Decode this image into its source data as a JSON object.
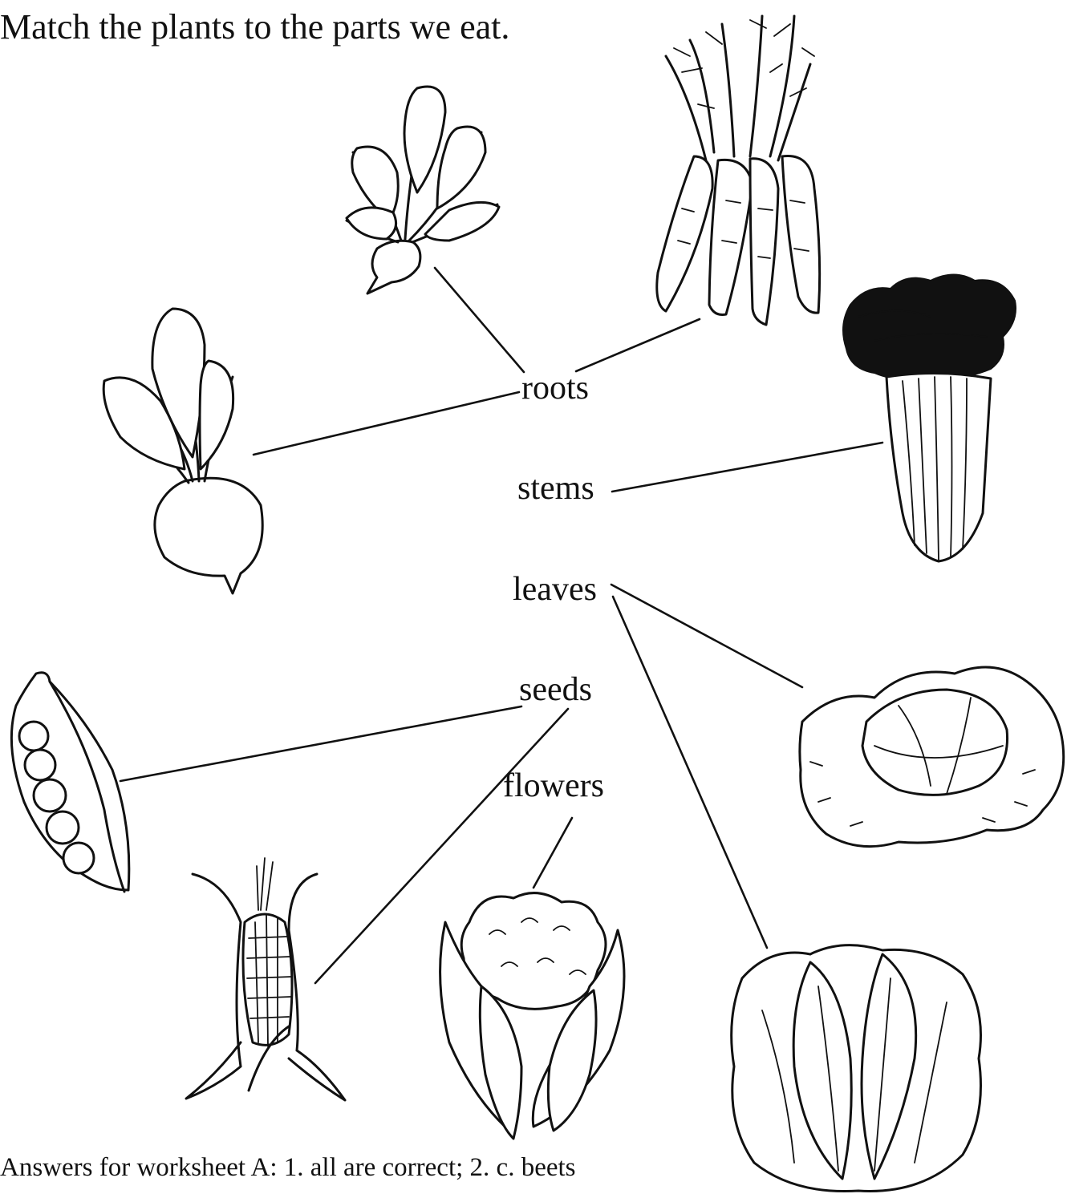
{
  "title": "Match the plants to the parts we eat.",
  "labels": {
    "roots": "roots",
    "stems": "stems",
    "leaves": "leaves",
    "seeds": "seeds",
    "flowers": "flowers"
  },
  "footer": "Answers for worksheet A: 1. all are correct; 2. c. beets",
  "plants": [
    "radish-icon",
    "carrots-icon",
    "beet-icon",
    "celery-icon",
    "pea-pod-icon",
    "corn-icon",
    "cauliflower-icon",
    "cabbage-icon",
    "lettuce-icon"
  ]
}
